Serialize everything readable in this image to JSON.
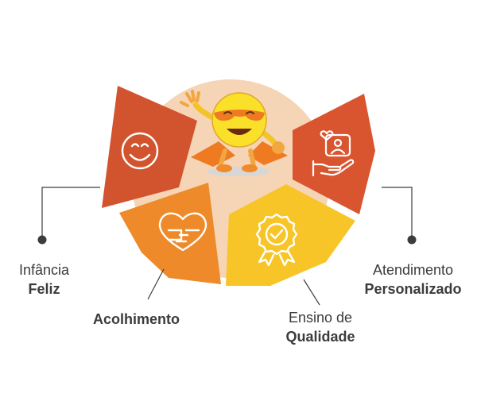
{
  "colors": {
    "segment_red_dark": "#d2542f",
    "segment_orange": "#ee8a2a",
    "segment_yellow": "#f8c528",
    "segment_red": "#d9552f",
    "center_circle": "#f6d4b6",
    "icon_stroke": "#ffffff",
    "leader_line": "#3c3c3c",
    "text": "#3b3b3b"
  },
  "segments": [
    {
      "icon": "smiley-icon",
      "label_light": "Infância",
      "label_bold": "Feliz"
    },
    {
      "icon": "hug-heart-icon",
      "label_light": "",
      "label_bold": "Acolhimento"
    },
    {
      "icon": "quality-badge-icon",
      "label_light": "Ensino de",
      "label_bold": "Qualidade"
    },
    {
      "icon": "hand-care-icon",
      "label_light": "Atendimento",
      "label_bold": "Personalizado"
    }
  ],
  "center": {
    "icon": "superhero-smiley-mascot-icon"
  }
}
